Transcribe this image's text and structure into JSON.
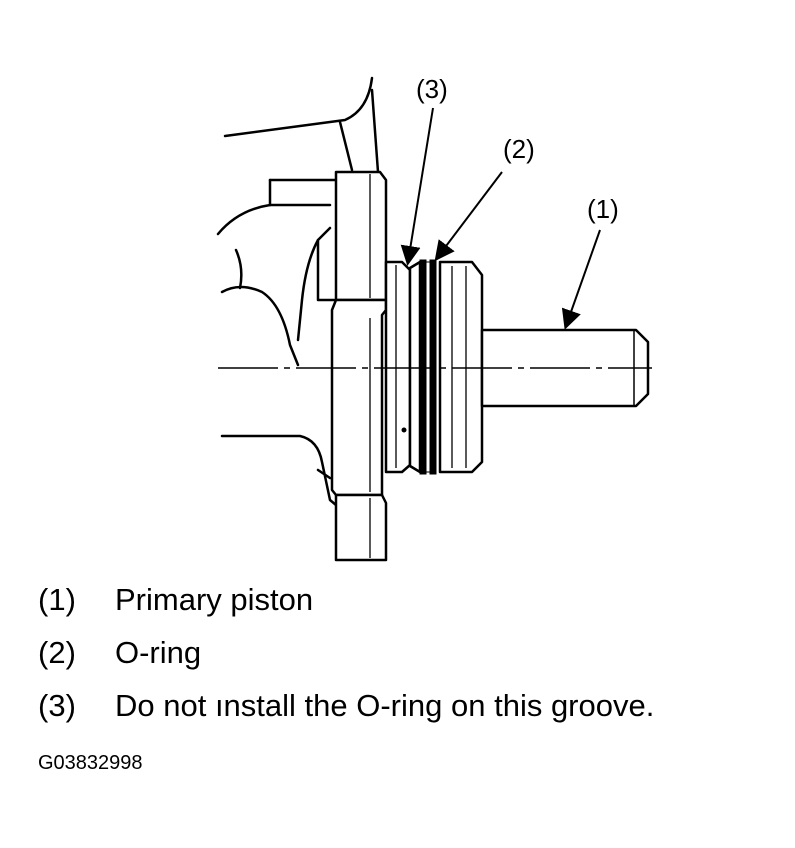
{
  "callouts": [
    {
      "num": "(1)"
    },
    {
      "num": "(2)"
    },
    {
      "num": "(3)"
    }
  ],
  "legend": [
    {
      "num": "(1)",
      "text": "Primary piston"
    },
    {
      "num": "(2)",
      "text": "O-ring"
    },
    {
      "num": "(3)",
      "text": "Do not ınstall the O-ring on this groove."
    }
  ],
  "figure_id": "G03832998"
}
